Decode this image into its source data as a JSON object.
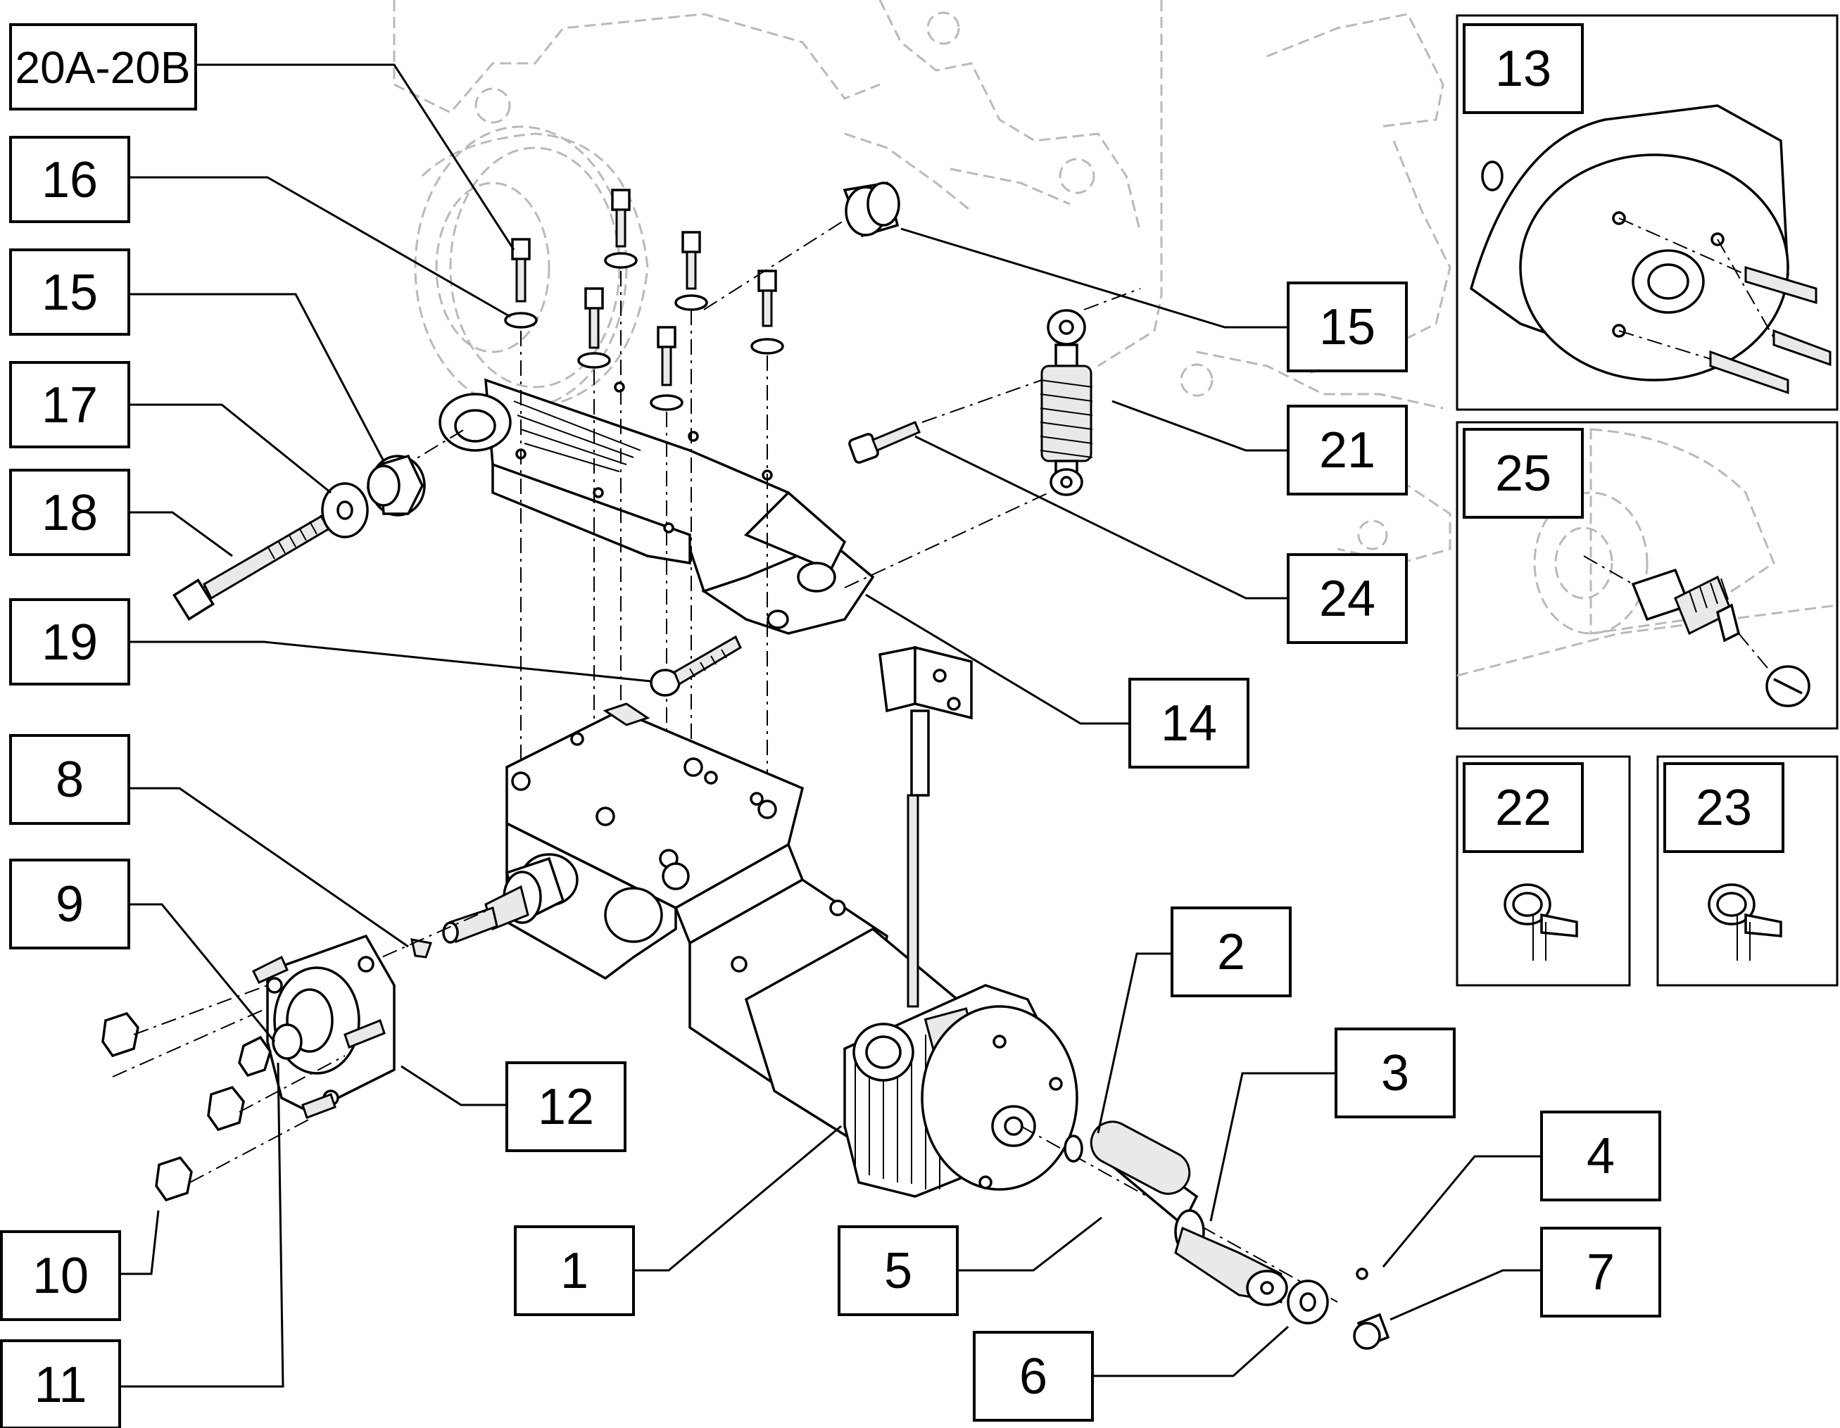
{
  "callouts": {
    "c20": "20A-20B",
    "c16": "16",
    "c15a": "15",
    "c17": "17",
    "c18": "18",
    "c19": "19",
    "c8": "8",
    "c9": "9",
    "c10": "10",
    "c11": "11",
    "c12": "12",
    "c1": "1",
    "c5": "5",
    "c6": "6",
    "c2": "2",
    "c3": "3",
    "c4": "4",
    "c7": "7",
    "c14": "14",
    "c15b": "15",
    "c21": "21",
    "c24": "24",
    "c13": "13",
    "c25": "25",
    "c22": "22",
    "c23": "23"
  }
}
